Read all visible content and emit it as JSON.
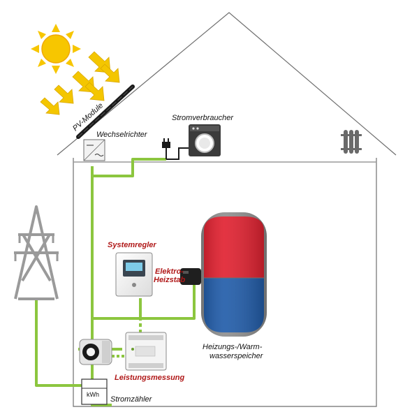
{
  "labels": {
    "pv_module": "PV-Module",
    "inverter": "Wechselrichter",
    "consumer": "Stromverbraucher",
    "controller": "Systemregler",
    "heater_line1": "Elektro-",
    "heater_line2": "Heizstab",
    "tank_line1": "Heizungs-/Warm-",
    "tank_line2": "wasserspeicher",
    "power_meter": "Leistungsmessung",
    "electricity_meter": "Stromzähler",
    "kwh": "kWh"
  },
  "colors": {
    "wire": "#8cc63f",
    "house_outline": "#6e6e6e",
    "tank_hot": "#e01e2d",
    "tank_cold": "#1e5aa8",
    "sun": "#f7c600",
    "arrow": "#f4c600",
    "label_red": "#b01818"
  }
}
